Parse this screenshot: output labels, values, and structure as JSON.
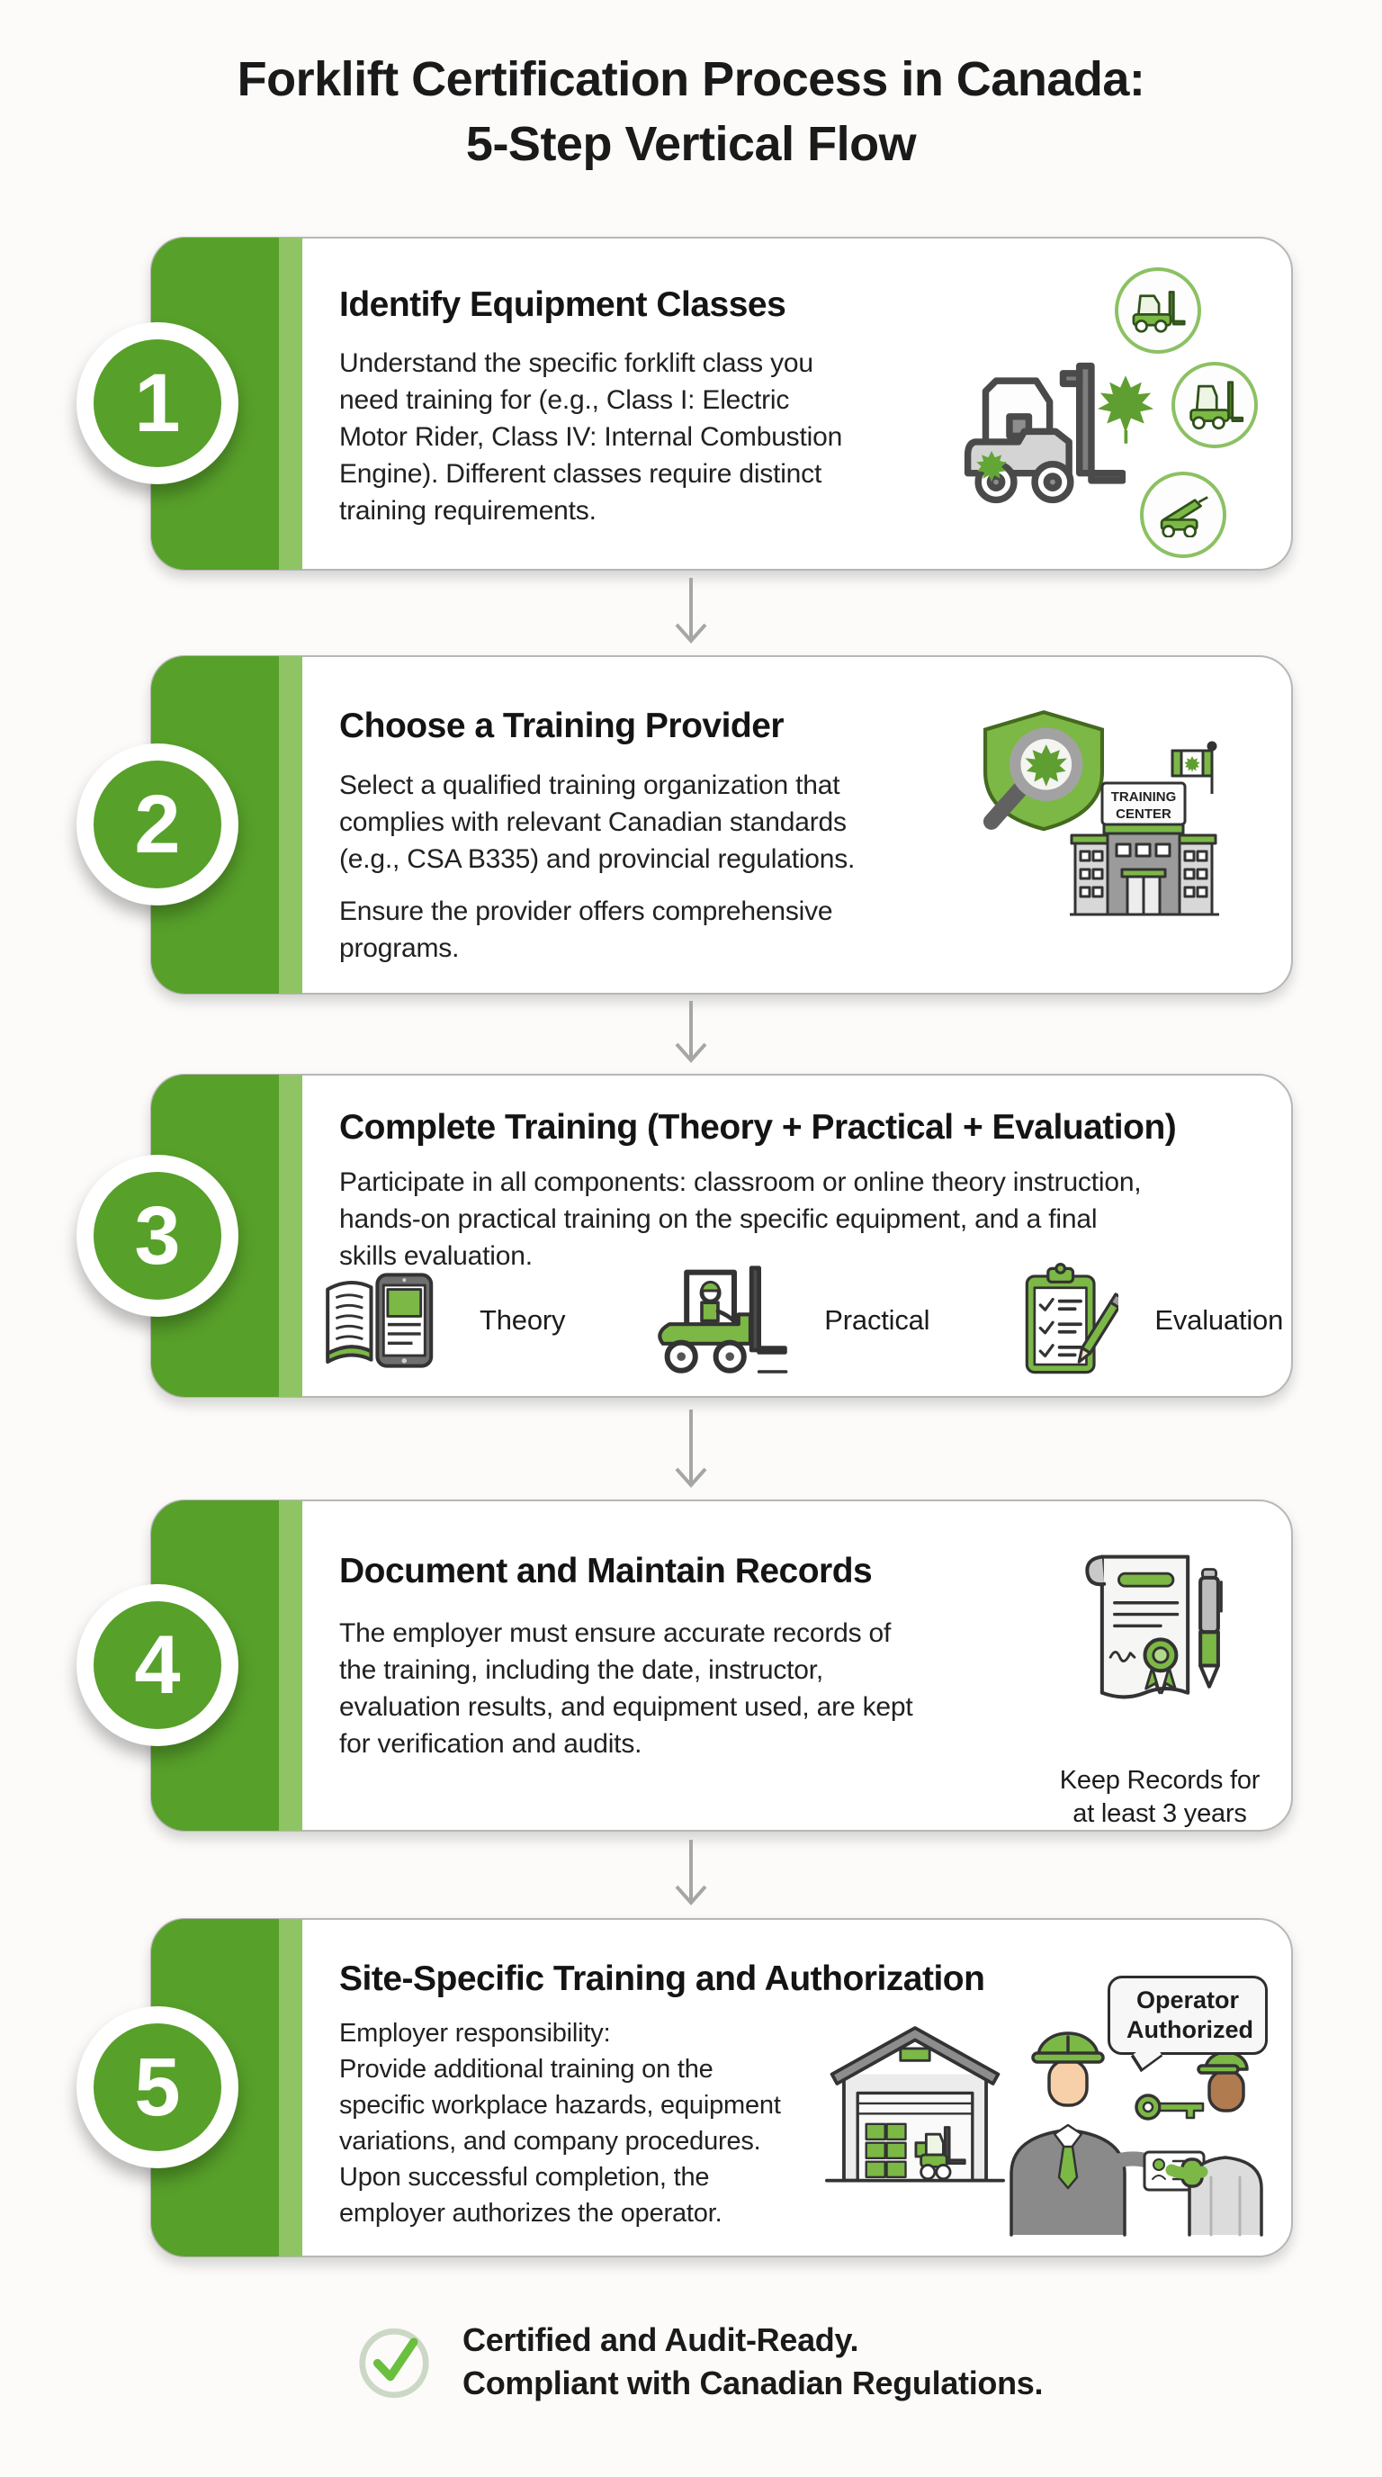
{
  "title": "Forklift Certification Process in Canada:\n5-Step Vertical Flow",
  "colors": {
    "accent_green": "#57a02a",
    "light_green": "#8fc465",
    "icon_green": "#7cb845",
    "arrow_gray": "#a6a6a6",
    "check_green": "#6abf3f"
  },
  "steps": [
    {
      "number": "1",
      "title": "Identify Equipment Classes",
      "body": "Understand the specific forklift class you\nneed training for (e.g., Class I: Electric\nMotor Rider, Class IV: Internal Combustion\nEngine). Different classes require distinct\ntraining requirements."
    },
    {
      "number": "2",
      "title": "Choose a Training Provider",
      "body": "Select a qualified training organization that\ncomplies with relevant Canadian standards\n(e.g., CSA B335) and provincial regulations.",
      "body2": "Ensure the provider offers comprehensive\nprograms.",
      "sign_line1": "TRAINING",
      "sign_line2": "CENTER"
    },
    {
      "number": "3",
      "title": "Complete Training (Theory + Practical + Evaluation)",
      "body": "Participate in all components: classroom or online theory instruction,\nhands-on practical training on the specific equipment, and a final\nskills evaluation.",
      "icon_row": [
        {
          "label": "Theory"
        },
        {
          "label": "Practical"
        },
        {
          "label": "Evaluation"
        }
      ]
    },
    {
      "number": "4",
      "title": "Document and Maintain Records",
      "body": "The employer must ensure accurate records of\nthe training, including the date, instructor,\nevaluation results, and equipment used, are kept\nfor verification and audits.",
      "caption": "Keep Records for\nat least 3 years"
    },
    {
      "number": "5",
      "title": "Site-Specific Training and Authorization",
      "body": "Employer responsibility:\nProvide additional training on the\nspecific workplace hazards, equipment\nvariations, and company procedures.\nUpon successful completion, the\nemployer authorizes the operator.",
      "bubble": "Operator\nAuthorized"
    }
  ],
  "footer": {
    "text": "Certified and Audit-Ready.\nCompliant with Canadian Regulations."
  }
}
